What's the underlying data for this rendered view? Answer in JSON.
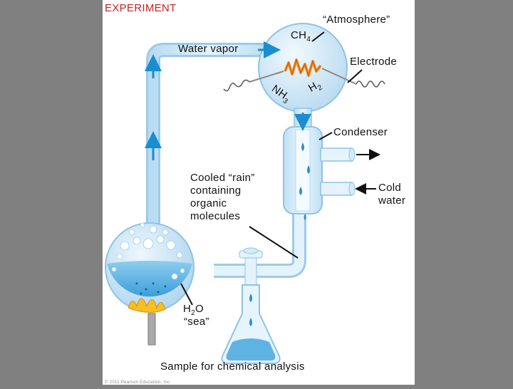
{
  "title": "EXPERIMENT",
  "labels": {
    "atmosphere": "“Atmosphere”",
    "ch4": "CH",
    "ch4_sub": "4",
    "water_vapor": "Water vapor",
    "electrode": "Electrode",
    "nh3": "NH",
    "nh3_sub": "3",
    "h2": "H",
    "h2_sub": "2",
    "condenser": "Condenser",
    "cooled_rain_1": "Cooled “rain”",
    "cooled_rain_2": "containing",
    "cooled_rain_3": "organic",
    "cooled_rain_4": "molecules",
    "cold_water_1": "Cold",
    "cold_water_2": "water",
    "h2o": "H",
    "h2o_sub": "2",
    "h2o_tail": "O",
    "sea": "“sea”",
    "sample": "Sample for chemical analysis",
    "copyright": "© 2011 Pearson Education, Inc."
  },
  "colors": {
    "glass": "#cfe8f7",
    "glass_edge": "#8fc3e3",
    "arrow": "#1a8ed0",
    "water": "#7cc4ea",
    "spark": "#f0a030",
    "flame": "#f5c020"
  }
}
